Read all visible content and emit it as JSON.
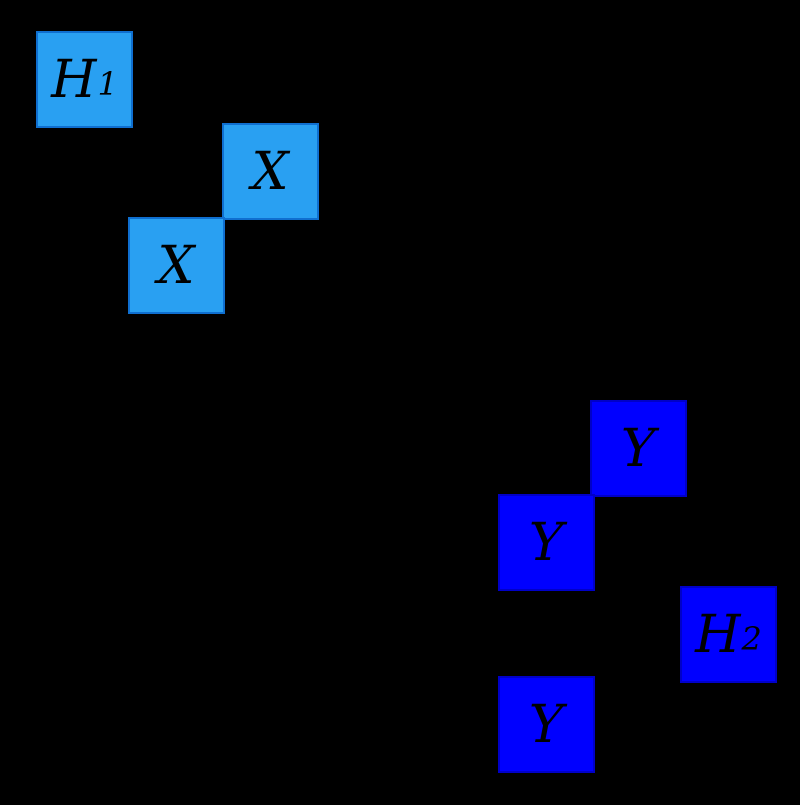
{
  "diagram": {
    "description": "Seven colored square gates on a black background arranged in two diagonal staircase groups",
    "colors": {
      "background": "#000000",
      "light": "#29A0F2",
      "light_border": "#0F6FD0",
      "dark": "#0000FF",
      "dark_border": "#0000C8",
      "label": "#000000"
    },
    "gates": [
      {
        "name": "H1",
        "label": "H",
        "sub": "1",
        "shade": "light"
      },
      {
        "name": "X-upper",
        "label": "X",
        "sub": "",
        "shade": "light"
      },
      {
        "name": "X-lower",
        "label": "X",
        "sub": "",
        "shade": "light"
      },
      {
        "name": "Y-top",
        "label": "Y",
        "sub": "",
        "shade": "dark"
      },
      {
        "name": "Y-middle",
        "label": "Y",
        "sub": "",
        "shade": "dark"
      },
      {
        "name": "H2",
        "label": "H",
        "sub": "2",
        "shade": "dark"
      },
      {
        "name": "Y-bottom",
        "label": "Y",
        "sub": "",
        "shade": "dark"
      }
    ]
  }
}
